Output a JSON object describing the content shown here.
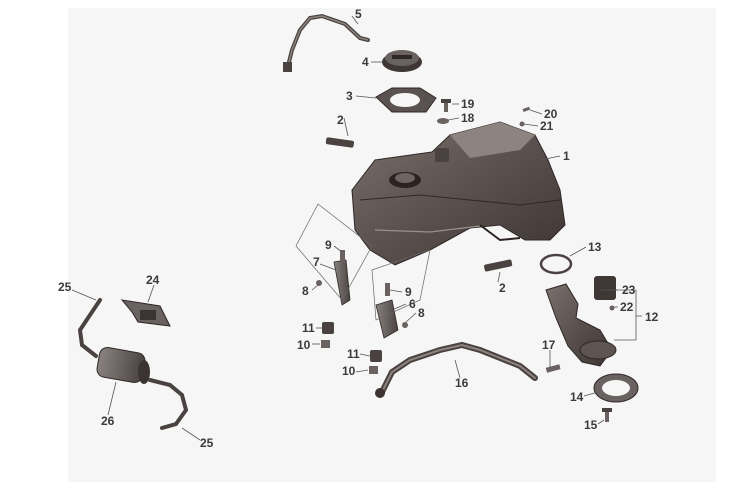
{
  "diagram": {
    "background": "#f6f6f6",
    "part_color": "#5e5552",
    "part_dark": "#3b3432",
    "callouts": [
      "1",
      "2",
      "2",
      "3",
      "4",
      "5",
      "6",
      "7",
      "8",
      "8",
      "9",
      "9",
      "10",
      "10",
      "11",
      "11",
      "12",
      "13",
      "14",
      "15",
      "16",
      "17",
      "18",
      "19",
      "20",
      "21",
      "22",
      "23",
      "24",
      "25",
      "25",
      "26"
    ]
  }
}
